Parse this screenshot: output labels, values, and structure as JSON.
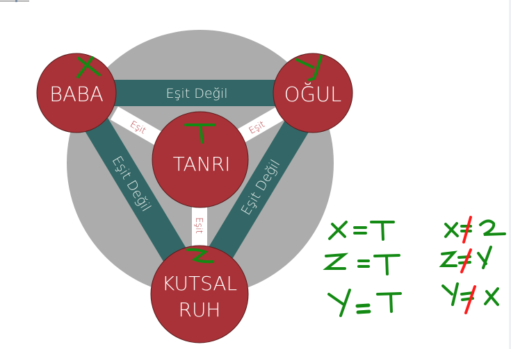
{
  "diagram": {
    "title": "Trinity diagram",
    "nodes": {
      "father": {
        "label": "BABA",
        "variable": "X"
      },
      "son": {
        "label": "OĞUL",
        "variable": "Y"
      },
      "god": {
        "label": "TANRI",
        "variable": "T"
      },
      "spirit": {
        "label_line1": "KUTSAL",
        "label_line2": "RUH",
        "variable": "Z"
      }
    },
    "links": {
      "father_son": "Eşit Değil",
      "father_spirit": "Eşit Değil",
      "son_spirit": "Eşit Değil",
      "father_god": "Eşit",
      "son_god": "Eşit",
      "spirit_god": "Eşit"
    },
    "colors": {
      "node": "#a83237",
      "node_text": "#ffffff",
      "not_equal_bar": "#336666",
      "not_equal_text": "#e8f0ee",
      "equal_bar": "#ffffff",
      "equal_text": "#b53a3f",
      "background_disc": "#acacac",
      "handwriting": "#138a13",
      "strike": "#ff1a1a"
    }
  },
  "annotations": {
    "equalities": [
      {
        "left": "X",
        "op": "=",
        "right": "T"
      },
      {
        "left": "Z",
        "op": "=",
        "right": "T"
      },
      {
        "left": "Y",
        "op": "=",
        "right": "T"
      }
    ],
    "inequalities": [
      {
        "left": "X",
        "op": "≠",
        "right": "Z"
      },
      {
        "left": "Z",
        "op": "≠",
        "right": "Y"
      },
      {
        "left": "Y",
        "op": "≠",
        "right": "X"
      }
    ]
  }
}
